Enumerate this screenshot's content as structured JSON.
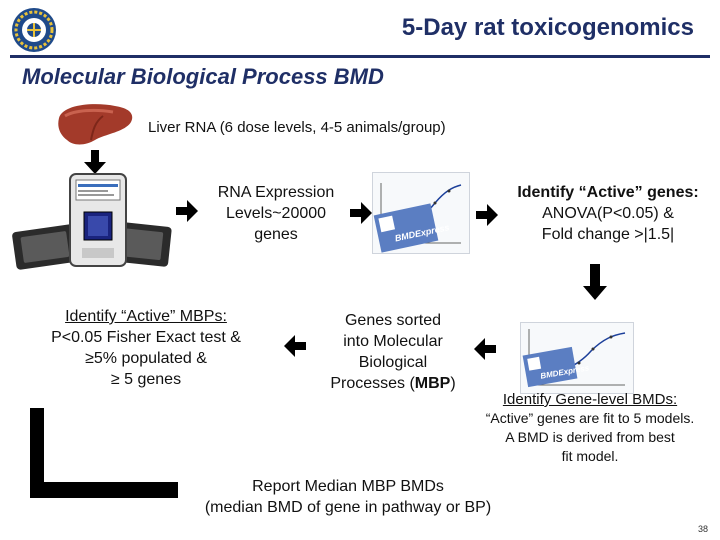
{
  "header": {
    "title": "5-Day rat toxicogenomics",
    "subtitle": "Molecular Biological Process BMD"
  },
  "steps": {
    "liver": "Liver RNA  (6 dose levels, 4-5 animals/group)",
    "rna_expression": [
      "RNA Expression",
      "Levels~20000",
      "genes"
    ],
    "identify_genes": {
      "heading": "Identify “Active” genes:",
      "lines": [
        "ANOVA(P<0.05) &",
        "Fold change >|1.5|"
      ]
    },
    "identify_mbps": {
      "heading": "Identify “Active” MBPs:",
      "lines": [
        "P<0.05 Fisher Exact test &",
        "≥5% populated &",
        "≥ 5 genes"
      ]
    },
    "genes_sorted": {
      "lines": [
        "Genes sorted",
        "into Molecular",
        "Biological"
      ],
      "last_prefix": "Processes (",
      "last_bold": "MBP",
      "last_suffix": ")"
    },
    "gene_bmds": {
      "heading": "Identify Gene-level BMDs:",
      "lines": [
        "“Active” genes are fit to 5 models.",
        "A BMD is derived from best",
        "fit model."
      ]
    },
    "report": [
      "Report Median MBP BMDs",
      "(median BMD of gene in pathway or BP)"
    ]
  },
  "software": {
    "logo_text": "BMDExpress"
  },
  "page_number": "38",
  "colors": {
    "title": "#1f2f66",
    "arrow": "#000000",
    "liver": "#a33a2a"
  }
}
